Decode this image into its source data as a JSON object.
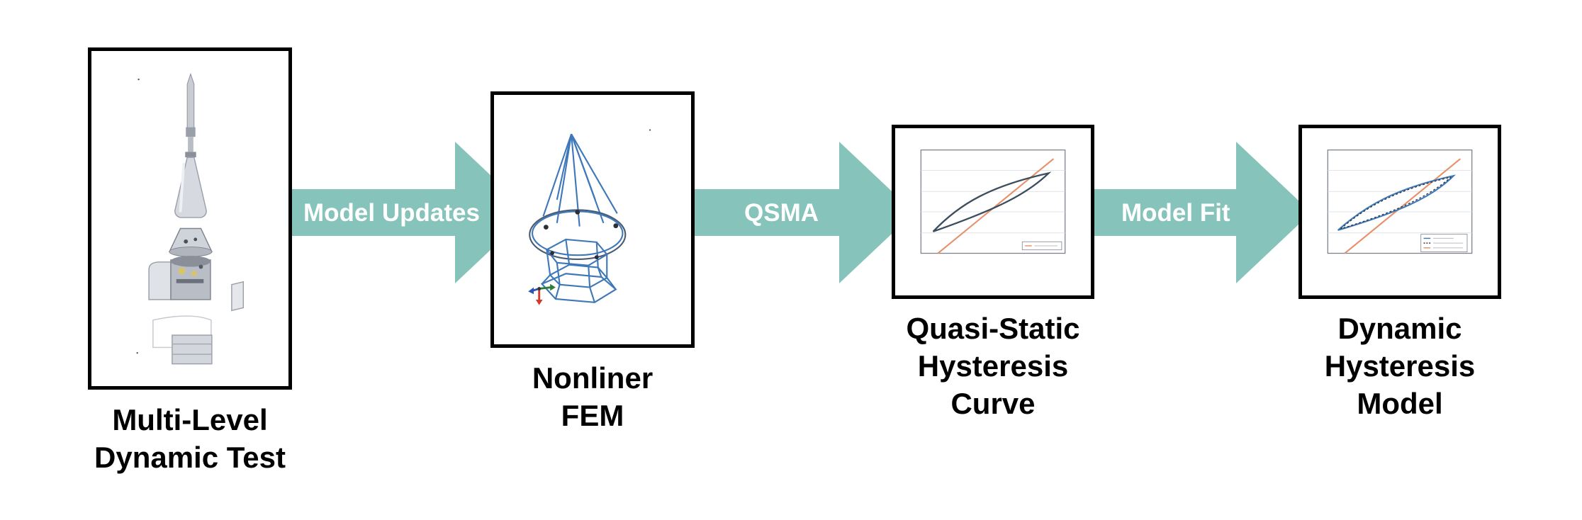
{
  "colors": {
    "arrow": "#86c4bb",
    "box_border": "#000000",
    "fem_line": "#3f78b8",
    "curve_dark": "#3c4d5e",
    "curve_orange": "#e8906a"
  },
  "steps": [
    {
      "lines": [
        "Multi-Level",
        "Dynamic Test"
      ],
      "icon": "rocket-stack-illustration"
    },
    {
      "lines": [
        "Nonliner",
        "FEM"
      ],
      "icon": "wireframe-fem-model"
    },
    {
      "lines": [
        "Quasi-Static",
        "Hysteresis",
        "Curve"
      ],
      "icon": "hysteresis-plot"
    },
    {
      "lines": [
        "Dynamic",
        "Hysteresis",
        "Model"
      ],
      "icon": "hysteresis-model-plot"
    }
  ],
  "arrows": [
    {
      "label": "Model Updates"
    },
    {
      "label": "QSMA"
    },
    {
      "label": "Model Fit"
    }
  ]
}
